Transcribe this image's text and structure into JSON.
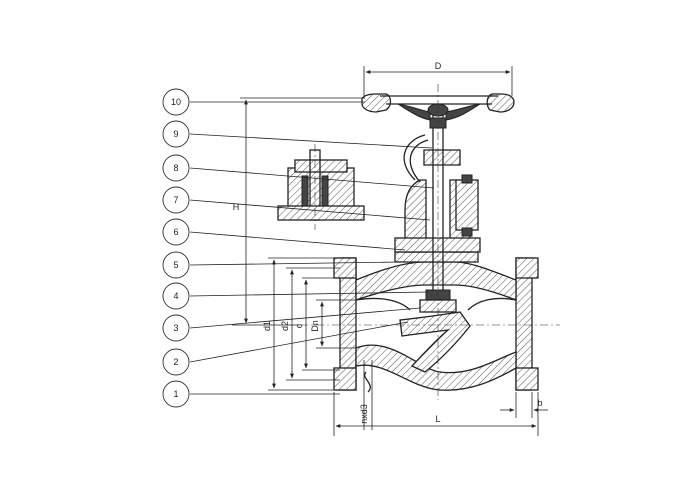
{
  "balloons": [
    "10",
    "9",
    "8",
    "7",
    "6",
    "5",
    "4",
    "3",
    "2",
    "1"
  ],
  "dimensions": {
    "D": "D",
    "H": "H",
    "d1": "d1",
    "d2": "d2",
    "c": "c",
    "Dn": "Dn",
    "nxd3": "nxd3",
    "L": "L",
    "b": "b"
  }
}
